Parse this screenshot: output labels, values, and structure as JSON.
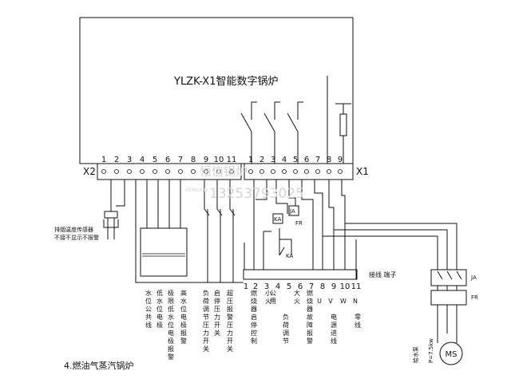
{
  "controller_title": "YLZK-X1智能数字锅炉",
  "strip_x2": {
    "label": "X2",
    "numbers": [
      "1",
      "2",
      "3",
      "4",
      "5",
      "6",
      "7",
      "8",
      "9",
      "10",
      "11"
    ]
  },
  "strip_x1": {
    "label": "X1",
    "numbers": [
      "1",
      "2",
      "3",
      "4",
      "5",
      "6",
      "7",
      "8",
      "9"
    ]
  },
  "sensor_label": [
    "排烟温度传感器",
    "不接不显示不报警"
  ],
  "x2_functions": [
    "水位公共线",
    "低水位电极",
    "极限低水位电极报警",
    "高水位电极报警",
    "负荷调节压力开关",
    "启停压力开关",
    "超压报警压力开关"
  ],
  "relay_labels": {
    "ka": "KA",
    "ja": "JA",
    "fr": "FR",
    "ka2": "KA"
  },
  "terminal_block": {
    "label": "接线 端子",
    "numbers": [
      "1",
      "2",
      "3",
      "4",
      "5",
      "6",
      "7",
      "8",
      "9",
      "10",
      "11"
    ],
    "letters": [
      "U",
      "V",
      "W",
      "N"
    ]
  },
  "x1_functions": [
    "燃烧器启停控制",
    "小火",
    "公用",
    "负荷调节",
    "大火",
    "燃烧器故障报警",
    "电源进线",
    "零线"
  ],
  "motor": {
    "symbol": "MS",
    "ja": "JA",
    "fr": "FR",
    "pump_label": "给水泵",
    "power_label": "P=7.5kw"
  },
  "watermark": {
    "company": "恒信锅炉",
    "phone": "13253793025",
    "brand": "HENGXIN"
  },
  "caption": "4.燃油气蒸汽锅炉"
}
